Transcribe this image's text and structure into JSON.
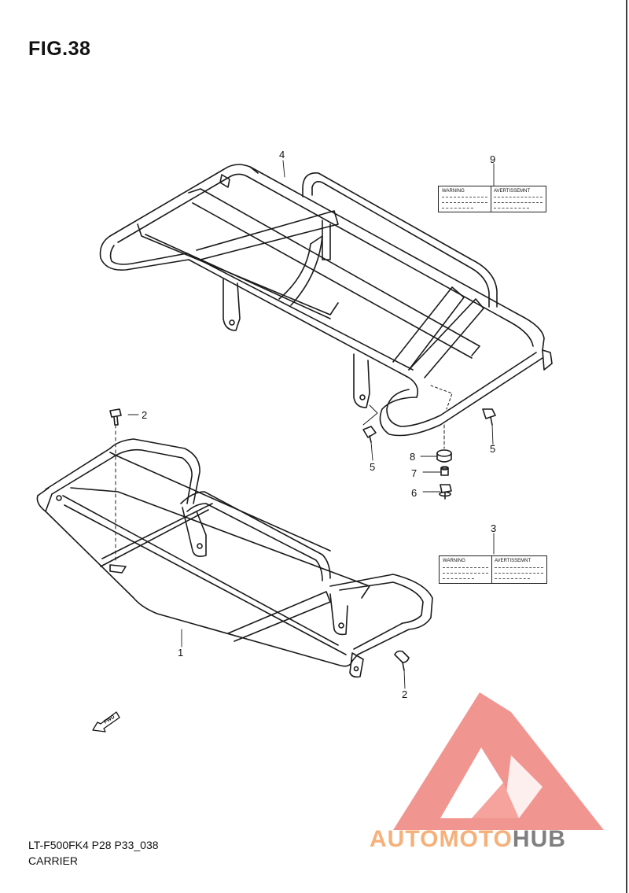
{
  "figure": {
    "title": "FIG.38",
    "code": "LT-F500FK4 P28 P33_038",
    "name": "CARRIER"
  },
  "callouts": [
    "1",
    "2",
    "2",
    "3",
    "4",
    "5",
    "5",
    "6",
    "7",
    "8",
    "9"
  ],
  "labels": {
    "warning": "WARNING",
    "avertissement": "AVERTISSEMNT"
  },
  "fwd_label": "FWD",
  "watermark": {
    "text_orange": "AUTOMOTO",
    "text_gray": "HUB",
    "colors": {
      "triangle": "#f08a84",
      "orange": "#f6b07a",
      "gray": "#7f7f7f"
    }
  }
}
